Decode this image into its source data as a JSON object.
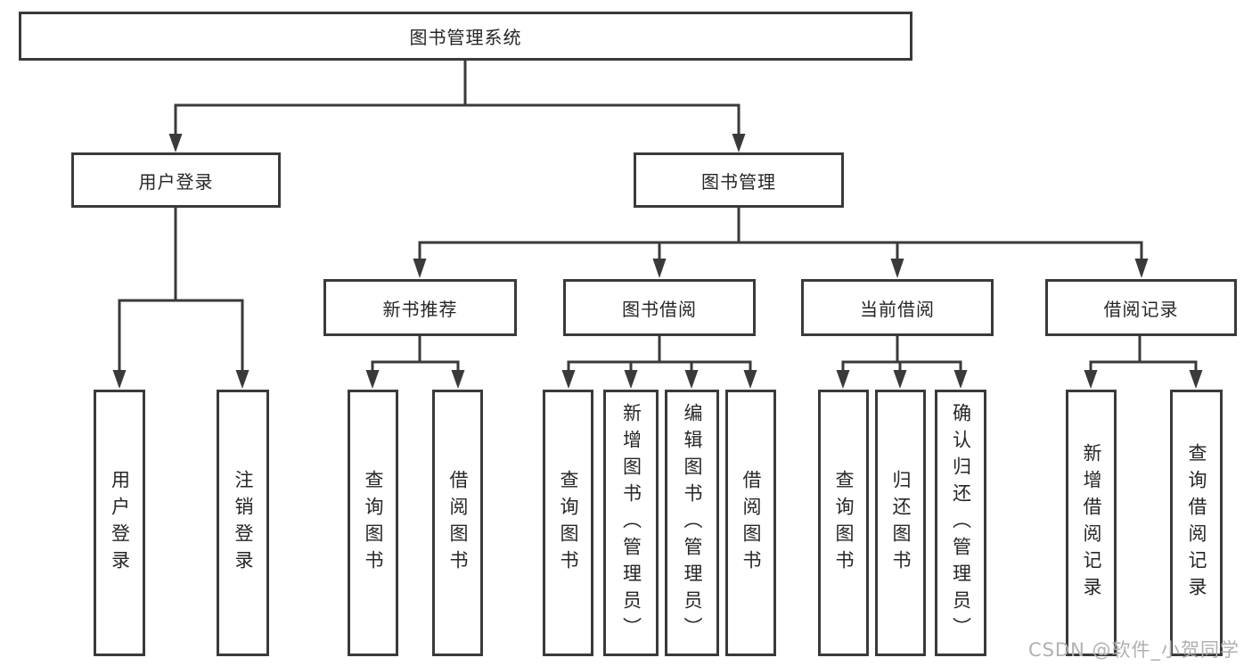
{
  "diagram": {
    "root": {
      "label": "图书管理系统"
    },
    "branches": [
      {
        "label": "用户登录",
        "children": [
          {
            "label": "用户登录"
          },
          {
            "label": "注销登录"
          }
        ]
      },
      {
        "label": "图书管理",
        "children": [
          {
            "label": "新书推荐",
            "children": [
              {
                "label": "查询图书"
              },
              {
                "label": "借阅图书"
              }
            ]
          },
          {
            "label": "图书借阅",
            "children": [
              {
                "label": "查询图书"
              },
              {
                "label": "新增图书（管理员）"
              },
              {
                "label": "编辑图书（管理员）"
              },
              {
                "label": "借阅图书"
              }
            ]
          },
          {
            "label": "当前借阅",
            "children": [
              {
                "label": "查询图书"
              },
              {
                "label": "归还图书"
              },
              {
                "label": "确认归还（管理员）"
              }
            ]
          },
          {
            "label": "借阅记录",
            "children": [
              {
                "label": "新增借阅记录"
              },
              {
                "label": "查询借阅记录"
              }
            ]
          }
        ]
      }
    ]
  },
  "watermark": {
    "text": "CSDN @软件_小贺同学"
  },
  "colors": {
    "line": "#3a3a3a",
    "text": "#262626",
    "background": "#ffffff",
    "watermark": "#b0b0b0"
  }
}
